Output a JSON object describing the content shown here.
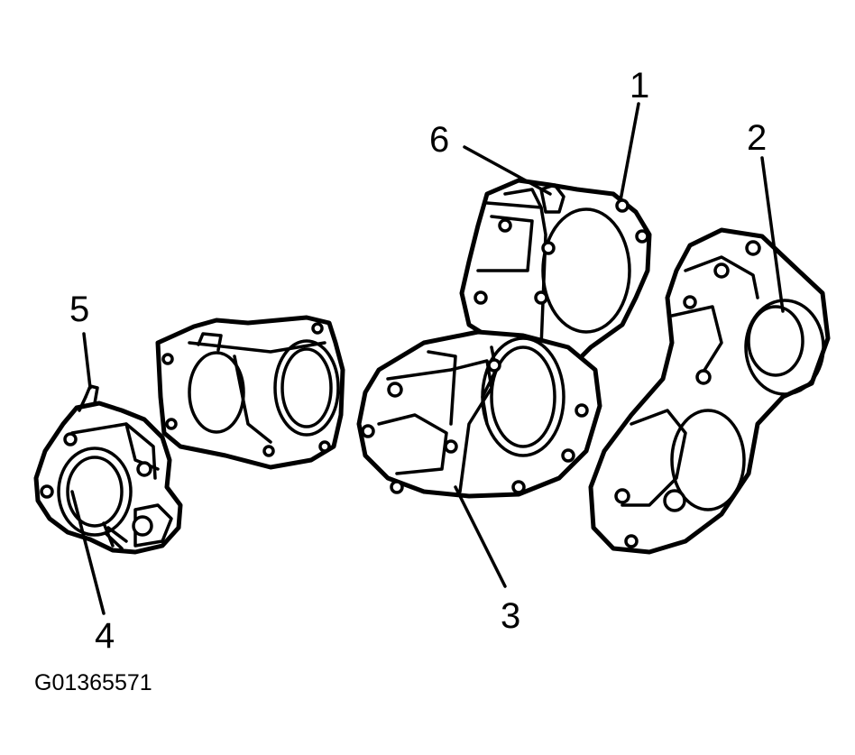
{
  "callouts": {
    "c1": "1",
    "c2": "2",
    "c3": "3",
    "c4": "4",
    "c5": "5",
    "c6": "6"
  },
  "figure_code": "G01365571",
  "colors": {
    "line": "#000000",
    "background": "#ffffff"
  }
}
